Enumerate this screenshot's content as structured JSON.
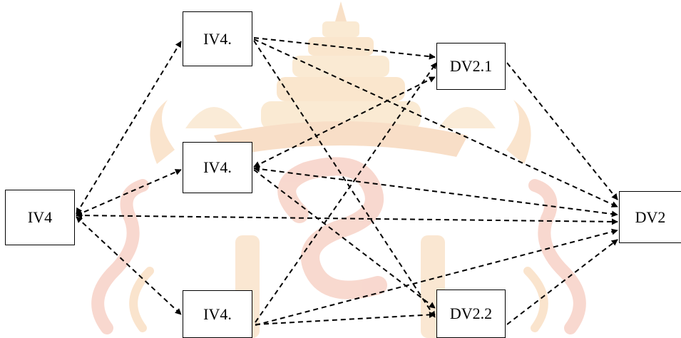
{
  "diagram": {
    "nodes": {
      "iv4": "IV4",
      "iv4a": "IV4.",
      "iv4b": "IV4.",
      "iv4c": "IV4.",
      "dv21": "DV2.1",
      "dv22": "DV2.2",
      "dv2": "DV2"
    },
    "edges": [
      {
        "from": "iv4",
        "to": "iv4a",
        "style": "dashed",
        "arrowheads": "both"
      },
      {
        "from": "iv4",
        "to": "iv4b",
        "style": "dashed",
        "arrowheads": "both"
      },
      {
        "from": "iv4",
        "to": "iv4c",
        "style": "dashed",
        "arrowheads": "both"
      },
      {
        "from": "iv4",
        "to": "dv2",
        "style": "dashed",
        "arrowheads": "both"
      },
      {
        "from": "iv4a",
        "to": "dv21",
        "style": "dashed",
        "arrowheads": "end"
      },
      {
        "from": "iv4a",
        "to": "dv2",
        "style": "dashed",
        "arrowheads": "end"
      },
      {
        "from": "iv4a",
        "to": "dv22",
        "style": "dashed",
        "arrowheads": "end"
      },
      {
        "from": "iv4b",
        "to": "dv21",
        "style": "dashed",
        "arrowheads": "both"
      },
      {
        "from": "iv4b",
        "to": "dv2",
        "style": "dashed",
        "arrowheads": "both"
      },
      {
        "from": "iv4b",
        "to": "dv22",
        "style": "dashed",
        "arrowheads": "end"
      },
      {
        "from": "iv4c",
        "to": "dv21",
        "style": "dashed",
        "arrowheads": "end"
      },
      {
        "from": "iv4c",
        "to": "dv22",
        "style": "dashed",
        "arrowheads": "end"
      },
      {
        "from": "iv4c",
        "to": "dv2",
        "style": "dashed",
        "arrowheads": "end"
      },
      {
        "from": "dv21",
        "to": "dv2",
        "style": "dashed",
        "arrowheads": "end"
      },
      {
        "from": "dv22",
        "to": "dv2",
        "style": "dashed",
        "arrowheads": "end"
      }
    ],
    "colors": {
      "stroke": "#000000",
      "watermark_fill": "#f7d9b0",
      "watermark_accent": "#f3b9a8",
      "background": "#ffffff"
    }
  }
}
